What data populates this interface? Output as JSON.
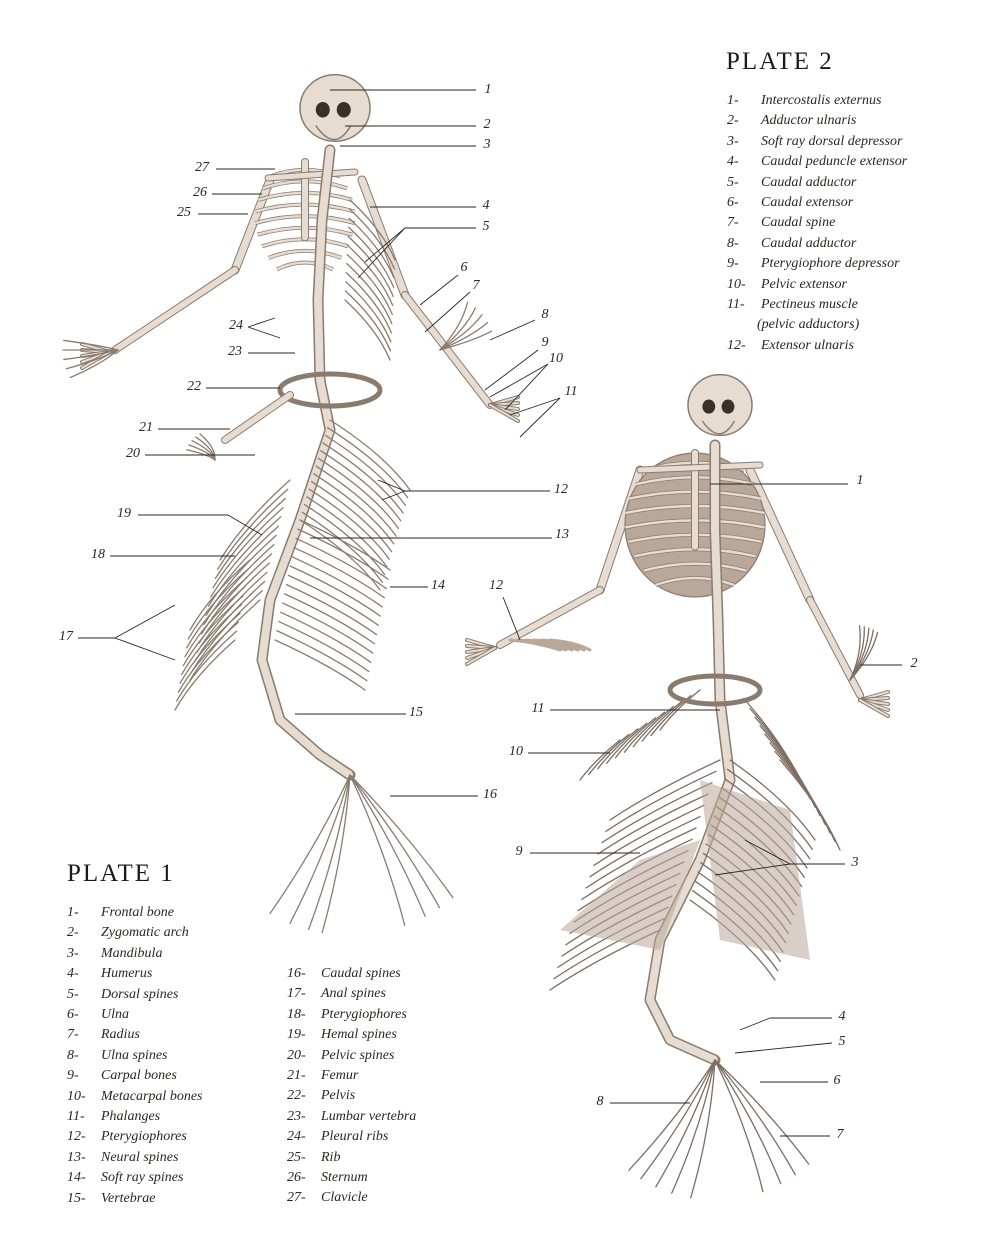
{
  "plate1": {
    "title": "PLATE 1",
    "legend": [
      {
        "num": "1-",
        "label": "Frontal bone"
      },
      {
        "num": "2-",
        "label": "Zygomatic arch"
      },
      {
        "num": "3-",
        "label": "Mandibula"
      },
      {
        "num": "4-",
        "label": "Humerus"
      },
      {
        "num": "5-",
        "label": "Dorsal spines"
      },
      {
        "num": "6-",
        "label": "Ulna"
      },
      {
        "num": "7-",
        "label": "Radius"
      },
      {
        "num": "8-",
        "label": "Ulna spines"
      },
      {
        "num": "9-",
        "label": "Carpal bones"
      },
      {
        "num": "10-",
        "label": "Metacarpal bones"
      },
      {
        "num": "11-",
        "label": "Phalanges"
      },
      {
        "num": "12-",
        "label": "Pterygiophores"
      },
      {
        "num": "13-",
        "label": "Neural spines"
      },
      {
        "num": "14-",
        "label": "Soft ray spines"
      },
      {
        "num": "15-",
        "label": "Vertebrae"
      },
      {
        "num": "16-",
        "label": "Caudal spines"
      },
      {
        "num": "17-",
        "label": "Anal spines"
      },
      {
        "num": "18-",
        "label": "Pterygiophores"
      },
      {
        "num": "19-",
        "label": "Hemal spines"
      },
      {
        "num": "20-",
        "label": "Pelvic spines"
      },
      {
        "num": "21-",
        "label": "Femur"
      },
      {
        "num": "22-",
        "label": "Pelvis"
      },
      {
        "num": "23-",
        "label": "Lumbar vertebra"
      },
      {
        "num": "24-",
        "label": "Pleural ribs"
      },
      {
        "num": "25-",
        "label": "Rib"
      },
      {
        "num": "26-",
        "label": "Sternum"
      },
      {
        "num": "27-",
        "label": "Clavicle"
      }
    ],
    "callouts": [
      "1",
      "2",
      "3",
      "4",
      "5",
      "6",
      "7",
      "8",
      "9",
      "10",
      "11",
      "12",
      "13",
      "14",
      "15",
      "16",
      "17",
      "18",
      "19",
      "20",
      "21",
      "22",
      "23",
      "24",
      "25",
      "26",
      "27"
    ]
  },
  "plate2": {
    "title": "PLATE 2",
    "legend": [
      {
        "num": "1-",
        "label": "Intercostalis externus"
      },
      {
        "num": "2-",
        "label": "Adductor ulnaris"
      },
      {
        "num": "3-",
        "label": "Soft ray dorsal depressor"
      },
      {
        "num": "4-",
        "label": "Caudal peduncle extensor"
      },
      {
        "num": "5-",
        "label": "Caudal adductor"
      },
      {
        "num": "6-",
        "label": "Caudal extensor"
      },
      {
        "num": "7-",
        "label": "Caudal spine"
      },
      {
        "num": "8-",
        "label": "Caudal adductor"
      },
      {
        "num": "9-",
        "label": "Pterygiophore depressor"
      },
      {
        "num": "10-",
        "label": "Pelvic extensor"
      },
      {
        "num": "11-",
        "label": "Pectineus muscle",
        "cont": "(pelvic adductors)"
      },
      {
        "num": "12-",
        "label": "Extensor ulnaris"
      }
    ],
    "callouts": [
      "1",
      "2",
      "3",
      "4",
      "5",
      "6",
      "7",
      "8",
      "9",
      "10",
      "11",
      "12"
    ]
  },
  "colors": {
    "bone": "#e6dcd1",
    "bone_stroke": "#8a7b6e",
    "muscle": "#b9a89a",
    "leader": "#2a2623"
  }
}
